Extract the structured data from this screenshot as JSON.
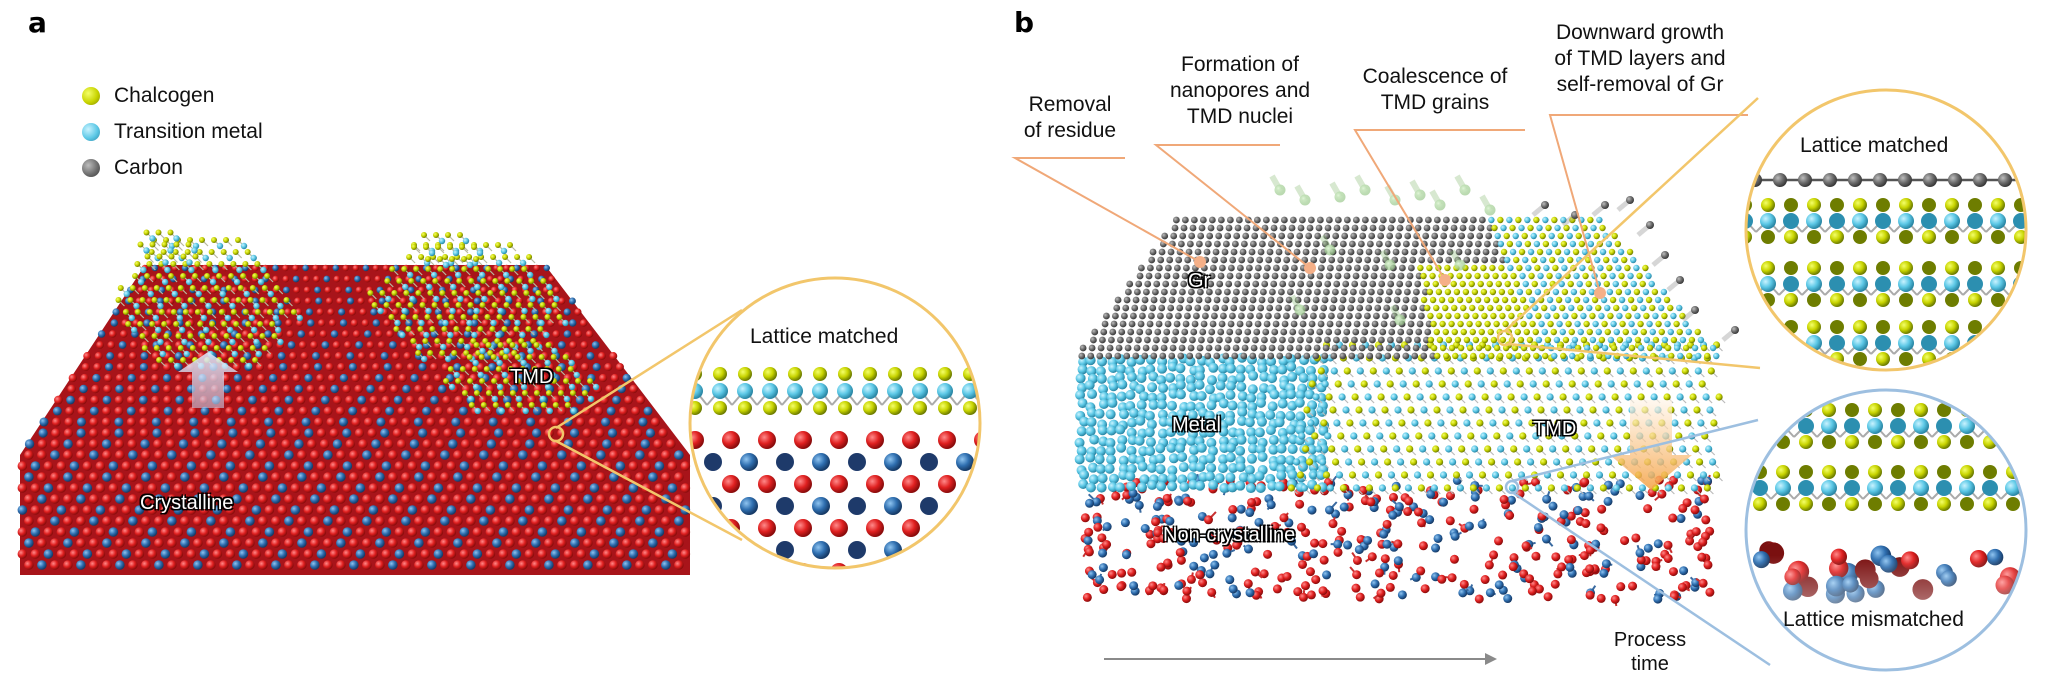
{
  "panels": {
    "a": {
      "label": "a",
      "legend": [
        {
          "name": "Chalcogen",
          "color": "#c8d400"
        },
        {
          "name": "Transition metal",
          "color": "#5cc8e6"
        },
        {
          "name": "Carbon",
          "color": "#6e6e6e"
        }
      ],
      "labels": {
        "tmd": "TMD",
        "crystalline": "Crystalline"
      },
      "inset": {
        "title": "Lattice matched",
        "border_color": "#f2c66b"
      }
    },
    "b": {
      "label": "b",
      "steps": [
        {
          "text": "Removal\nof residue"
        },
        {
          "text": "Formation of\nnanopores and\nTMD nuclei"
        },
        {
          "text": "Coalescence of\nTMD grains"
        },
        {
          "text": "Downward growth\nof TMD layers and\nself-removal of Gr"
        }
      ],
      "labels": {
        "gr": "Gr",
        "metal": "Metal",
        "tmd": "TMD",
        "noncrystalline": "Non-crystalline"
      },
      "inset_top": {
        "title": "Lattice matched",
        "border_color": "#f2c66b"
      },
      "inset_bottom": {
        "title": "Lattice mismatched",
        "border_color": "#9dbfe0"
      },
      "axis": {
        "label": "Process\ntime"
      },
      "callout_color": "#f0a878"
    }
  },
  "colors": {
    "chalcogen": "#c8d400",
    "chalcogen_dark": "#6e7d00",
    "metal": "#5cc8e6",
    "metal_dark": "#2c8fb0",
    "carbon": "#6e6e6e",
    "oxygen": "#e02020",
    "substrate_metal": "#2f6fb0",
    "bond": "#bbbbbb"
  }
}
